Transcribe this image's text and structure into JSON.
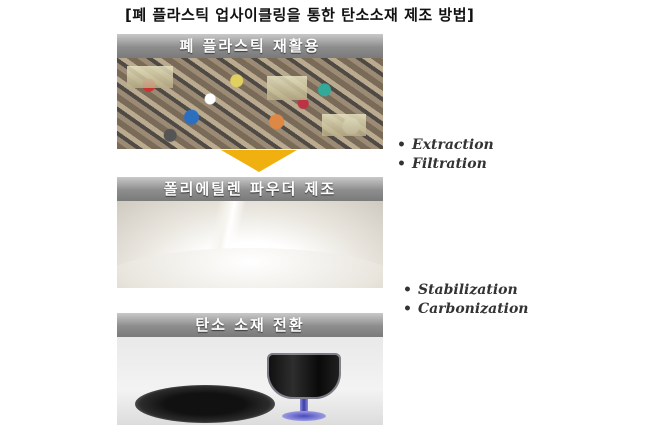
{
  "title": "[폐 플라스틱 업사이클링을 통한 탄소소재 제조 방법]",
  "steps": [
    {
      "header": "폐 플라스틱 재활용"
    },
    {
      "header": "폴리에틸렌 파우더 제조"
    },
    {
      "header": "탄소 소재 전환"
    }
  ],
  "process_notes": [
    [
      "Extraction",
      "Filtration"
    ],
    [
      "Stabilization",
      "Carbonization"
    ]
  ],
  "bullet_symbol": "•",
  "colors": {
    "arrow": "#f0b010",
    "header_bg": "#8d8d8d",
    "header_text": "#ffffff"
  }
}
